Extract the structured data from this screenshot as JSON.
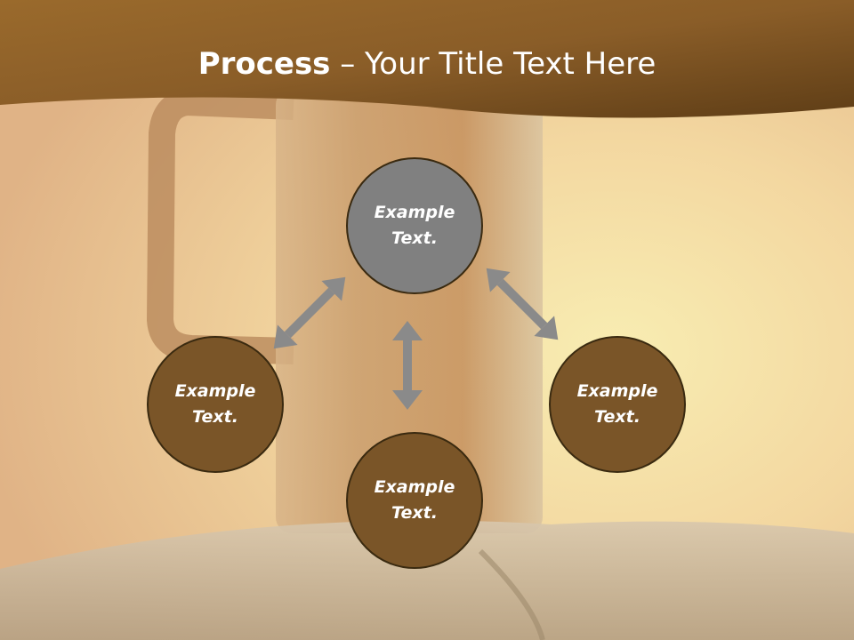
{
  "title": {
    "bold": "Process",
    "rest": " – Your Title Text Here"
  },
  "nodes": [
    {
      "label": "Example\nText.",
      "color": "#808080"
    },
    {
      "label": "Example\nText.",
      "color": "#7a5528"
    },
    {
      "label": "Example\nText.",
      "color": "#7a5528"
    },
    {
      "label": "Example\nText.",
      "color": "#7a5528"
    }
  ],
  "colors": {
    "header": "#7f5420",
    "arrow": "#8a8a8a",
    "background": "#f3d39a"
  }
}
